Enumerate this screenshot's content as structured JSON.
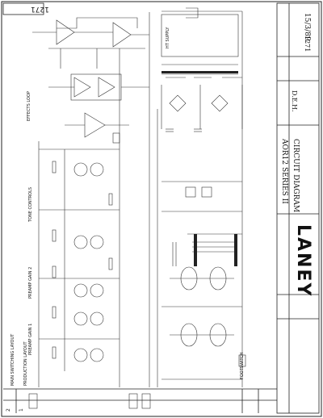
{
  "sheet": {
    "corner_number": "1271",
    "title_line1": "AOR12 SERIES II",
    "title_line2": "CIRCUIT DIAGRAM",
    "date": "15/3/89",
    "drawn_by": "D.E.H.",
    "drawing_number": "1271",
    "brand": "LANEY"
  },
  "revisions": [
    {
      "num": "2",
      "text": "MAIN SWITCHING LAYOUT"
    },
    {
      "num": "1",
      "text": "PRODUCTION LAYOUT"
    }
  ],
  "section_labels": {
    "effects_loop": "EFFECTS LOOP",
    "tone_controls": "TONE CONTROLS",
    "preamp_gain2": "PREAMP GAIN 2",
    "preamp_gain1": "PREAMP GAIN 1",
    "footswitch": "FOOTSWITCH",
    "ht_supply": "HT SUPPLY"
  }
}
